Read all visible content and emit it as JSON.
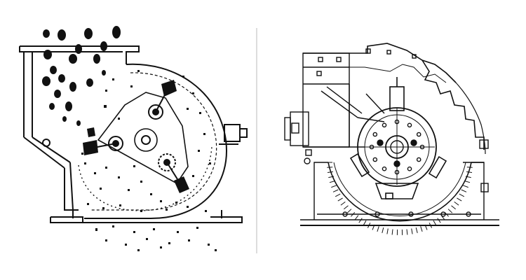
{
  "figure": {
    "background": "#ffffff",
    "ink": "#111111",
    "divider_color": "#bbbbbb",
    "panels": [
      {
        "id": "left",
        "subject": "hammer-crusher-working-principle",
        "style": "line-drawing-with-particles"
      },
      {
        "id": "right",
        "subject": "hammer-crusher-cross-section",
        "style": "engineering-line-drawing"
      }
    ]
  }
}
